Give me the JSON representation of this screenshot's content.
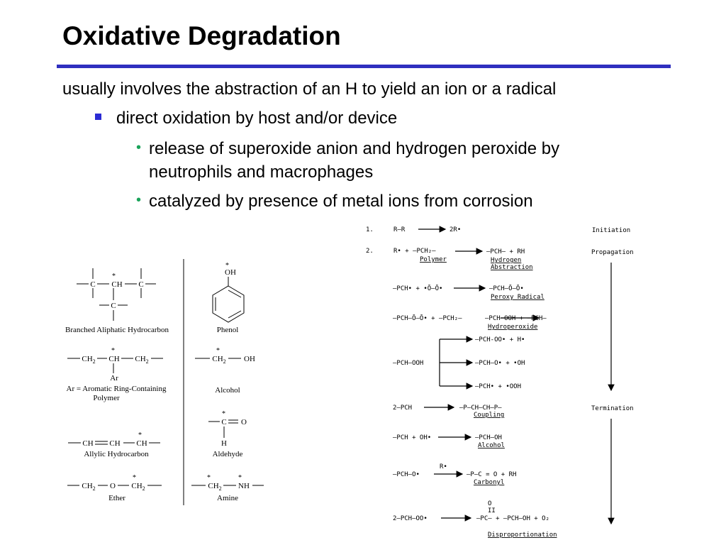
{
  "slide": {
    "title": "Oxidative Degradation",
    "bullet1": "usually involves the abstraction of an H to yield an ion or a radical",
    "bullet2": "direct oxidation by host and/or device",
    "bullet3a_line1": "release of superoxide anion and hydrogen peroxide by",
    "bullet3a_line2": "neutrophils and macrophages",
    "bullet3b": "catalyzed by presence of metal ions from corrosion",
    "colors": {
      "rule": "#2f2fbf",
      "square_bullet": "#2b2bd4",
      "dot_bullet": "#1aa35a"
    }
  },
  "structures": {
    "branched": "Branched Aliphatic Hydrocarbon",
    "aromatic_line1": "Ar = Aromatic Ring-Containing",
    "aromatic_line2": "Polymer",
    "allylic": "Allylic Hydrocarbon",
    "ether": "Ether",
    "phenol": "Phenol",
    "alcohol": "Alcohol",
    "aldehyde": "Aldehyde",
    "amine": "Amine"
  },
  "scheme": {
    "initiation": "Initiation",
    "propagation": "Propagation",
    "termination": "Termination",
    "polymer": "Polymer",
    "hydrogen": "Hydrogen",
    "abstraction": "Abstraction",
    "peroxy_radical": "Peroxy Radical",
    "hydroperoxide": "Hydroperoxide",
    "coupling": "Coupling",
    "alcohol": "Alcohol",
    "carbonyl": "Carbonyl",
    "disproportionation": "Disproportionation"
  }
}
